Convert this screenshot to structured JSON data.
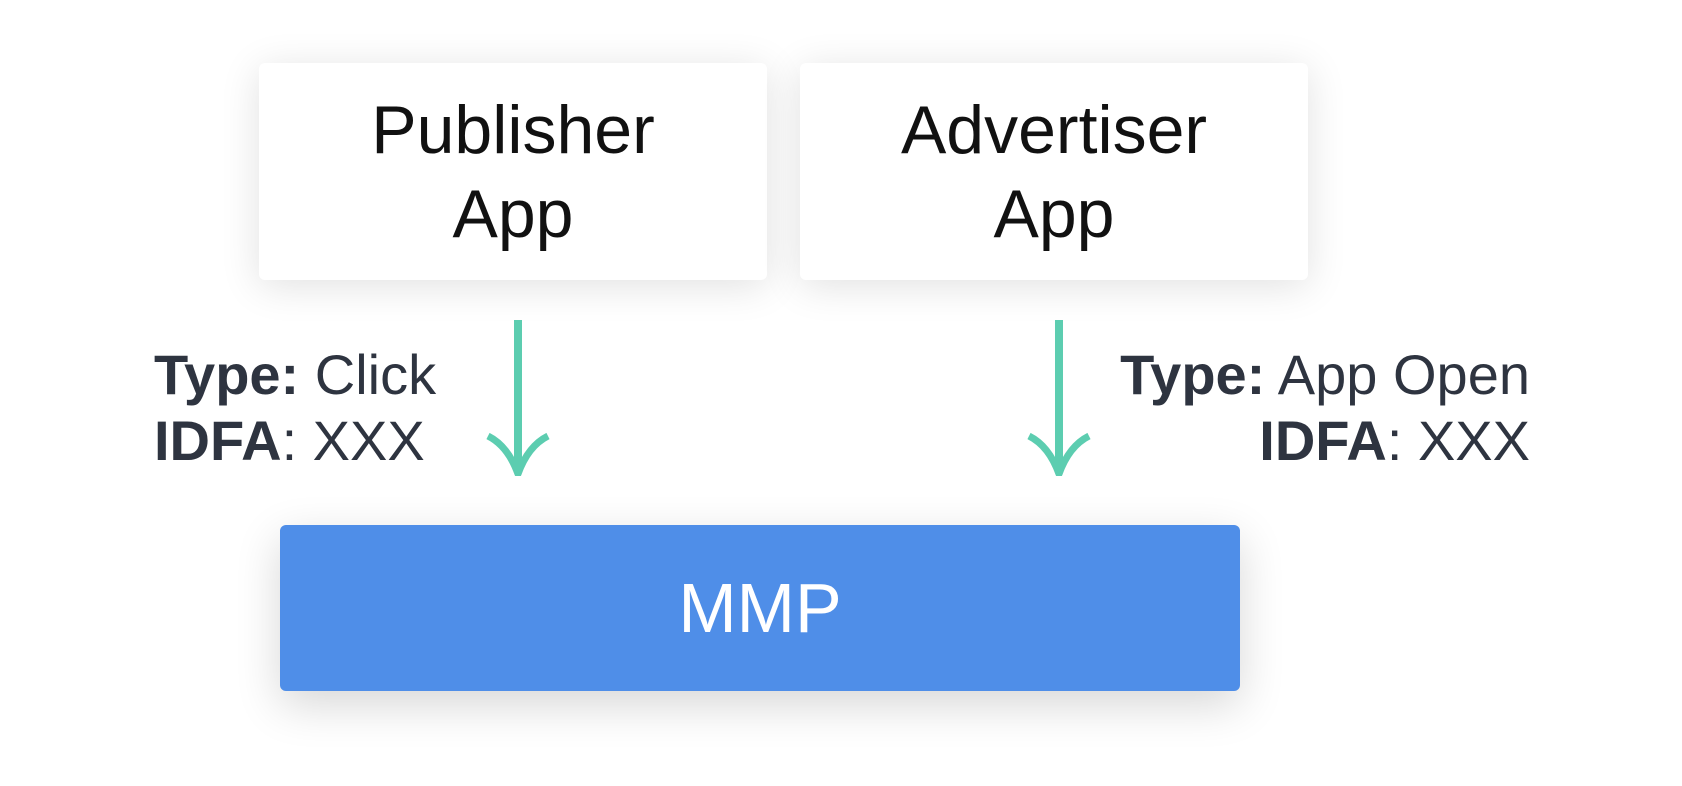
{
  "colors": {
    "text": "#2e3440",
    "arrow": "#5ccdb0",
    "mmp_fill": "#4f8ee8",
    "box_text": "#111111"
  },
  "publisher": {
    "line1": "Publisher",
    "line2": "App"
  },
  "advertiser": {
    "line1": "Advertiser",
    "line2": "App"
  },
  "left_label": {
    "type_key": "Type:",
    "type_value": "Click",
    "idfa_key": "IDFA",
    "idfa_value": ": XXX"
  },
  "right_label": {
    "type_key": "Type:",
    "type_value": "App Open",
    "idfa_key": "IDFA",
    "idfa_value": ": XXX"
  },
  "mmp": {
    "label": "MMP"
  }
}
